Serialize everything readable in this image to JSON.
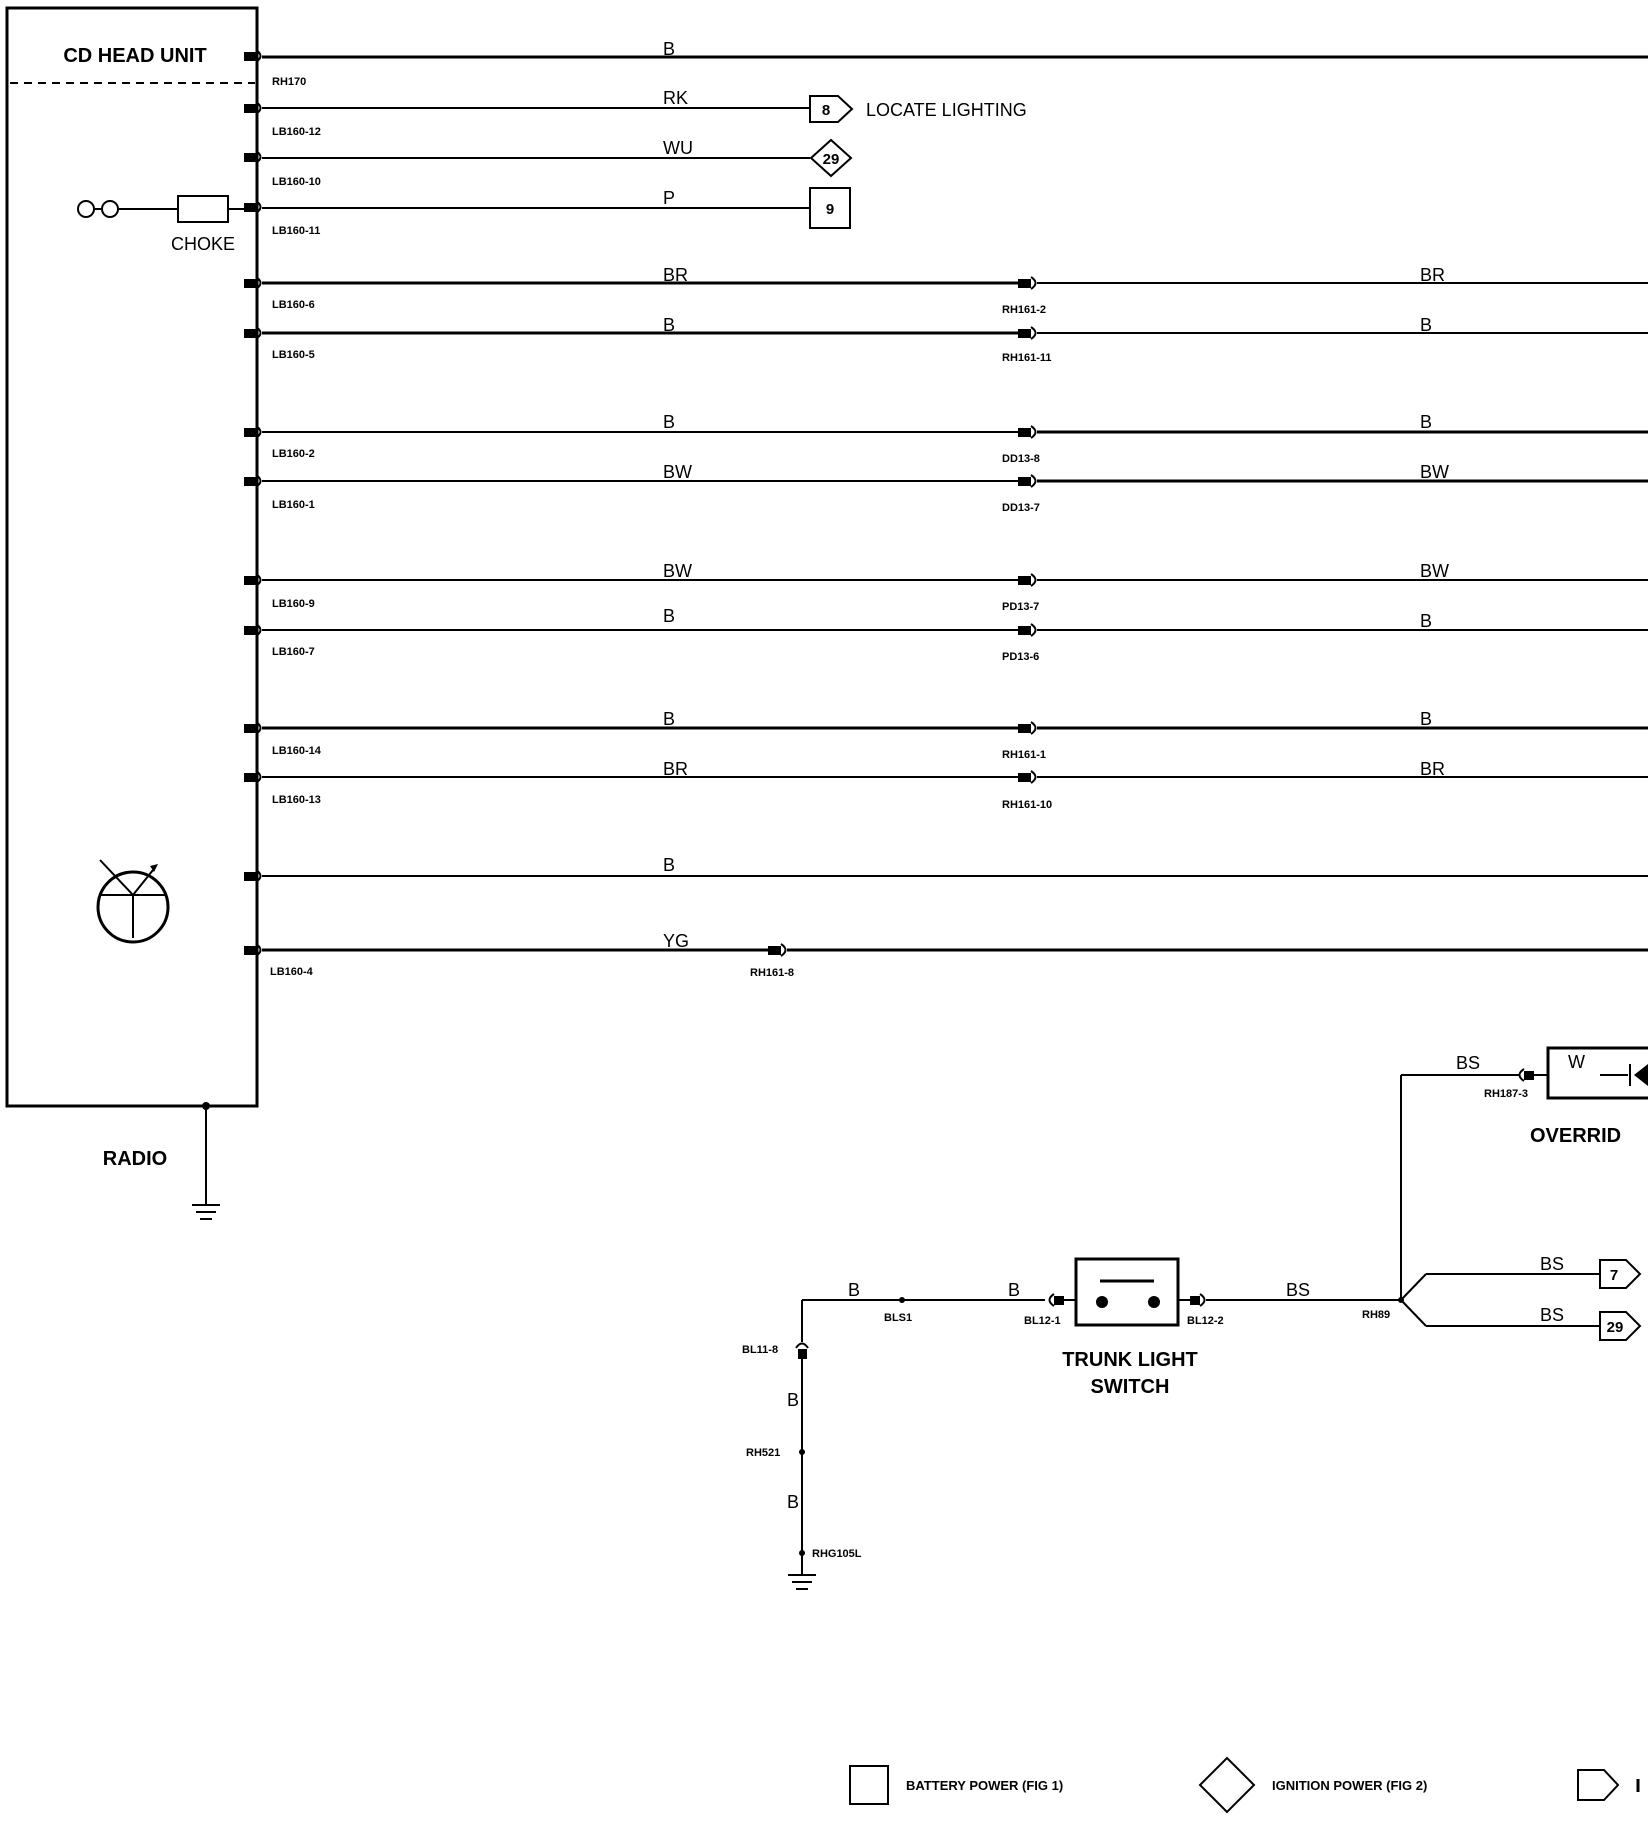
{
  "head_unit": {
    "title": "CD HEAD UNIT",
    "choke_label": "CHOKE",
    "radio_label": "RADIO"
  },
  "top_wires": [
    {
      "code": "B",
      "pin": "RH170"
    },
    {
      "code": "RK",
      "pin": "LB160-12",
      "ref": "8",
      "ref_shape": "arrow",
      "note": "LOCATE LIGHTING"
    },
    {
      "code": "WU",
      "pin": "LB160-10",
      "ref": "29",
      "ref_shape": "diamond"
    },
    {
      "code": "P",
      "pin": "LB160-11",
      "ref": "9",
      "ref_shape": "square"
    }
  ],
  "speaker_wires": [
    {
      "left_code": "BR",
      "pin": "LB160-6",
      "connector": "RH161-2",
      "right_code": "BR"
    },
    {
      "left_code": "B",
      "pin": "LB160-5",
      "connector": "RH161-11",
      "right_code": "B"
    },
    {
      "left_code": "B",
      "pin": "LB160-2",
      "connector": "DD13-8",
      "right_code": "B"
    },
    {
      "left_code": "BW",
      "pin": "LB160-1",
      "connector": "DD13-7",
      "right_code": "BW"
    },
    {
      "left_code": "BW",
      "pin": "LB160-9",
      "connector": "PD13-7",
      "right_code": "BW"
    },
    {
      "left_code": "B",
      "pin": "LB160-7",
      "connector": "PD13-6",
      "right_code": "B"
    },
    {
      "left_code": "B",
      "pin": "LB160-14",
      "connector": "RH161-1",
      "right_code": "B"
    },
    {
      "left_code": "BR",
      "pin": "LB160-13",
      "connector": "RH161-10",
      "right_code": "BR"
    }
  ],
  "antenna_wire": {
    "code": "B"
  },
  "yg_wire": {
    "code": "YG",
    "pin": "LB160-4",
    "connector": "RH161-8"
  },
  "trunk": {
    "switch_line1": "TRUNK LIGHT",
    "switch_line2": "SWITCH",
    "b1": "B",
    "b2": "B",
    "b3": "B",
    "b4": "B",
    "bs": "BS",
    "bls1": "BLS1",
    "bl12_1": "BL12-1",
    "bl12_2": "BL12-2",
    "bl11_8": "BL11-8",
    "rh521": "RH521",
    "rhg105l": "RHG105L",
    "rh89": "RH89"
  },
  "override": {
    "bs_top": "BS",
    "connector": "RH187-3",
    "w": "W",
    "label": "OVERRID",
    "bs_7": "BS",
    "ref_7": "7",
    "bs_29": "BS",
    "ref_29": "29"
  },
  "legend": {
    "battery": "BATTERY POWER (FIG 1)",
    "ignition": "IGNITION POWER (FIG 2)"
  }
}
